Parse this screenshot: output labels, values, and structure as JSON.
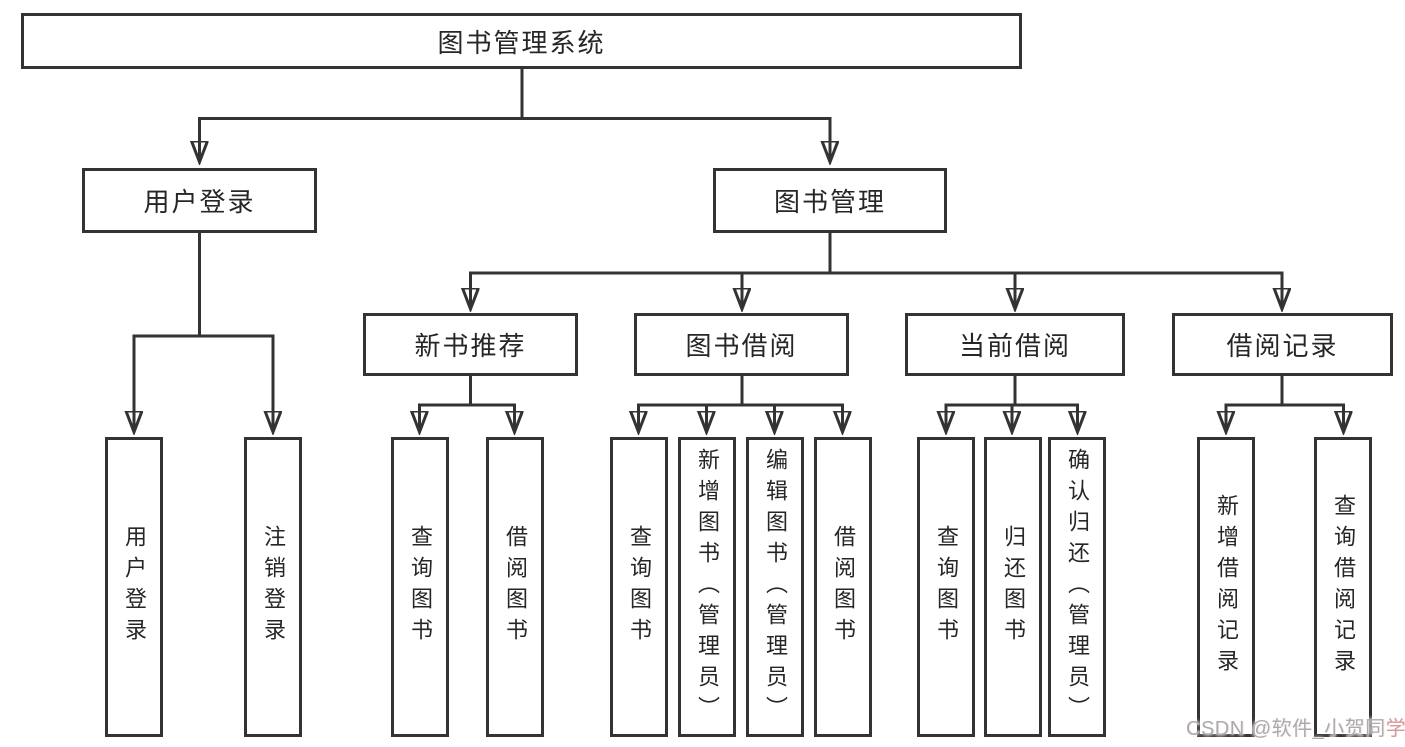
{
  "nodes": {
    "root": "图书管理系统",
    "user_login": "用户登录",
    "book_mgmt": "图书管理",
    "new_book_rec": "新书推荐",
    "book_borrow": "图书借阅",
    "current_borrow": "当前借阅",
    "borrow_record": "借阅记录",
    "leaf_user_login": "用户登录",
    "leaf_logout": "注销登录",
    "leaf_nb_query_books": "查询图书",
    "leaf_nb_borrow_books": "借阅图书",
    "leaf_bb_query_books": "查询图书",
    "leaf_bb_add_books": "新增图书（管理员）",
    "leaf_bb_edit_books": "编辑图书（管理员）",
    "leaf_bb_borrow_books": "借阅图书",
    "leaf_cb_query_books": "查询图书",
    "leaf_cb_return_books": "归还图书",
    "leaf_cb_confirm_return": "确认归还（管理员）",
    "leaf_br_add_record": "新增借阅记录",
    "leaf_br_query_record": "查询借阅记录"
  },
  "colors": {
    "line": "#333333",
    "box_border": "#333333",
    "text": "#262626",
    "watermark_gray": "#ababab",
    "watermark_pink": "#d49a9a"
  },
  "watermark": {
    "part1": "CSDN @软件_小贺同",
    "part2": "学"
  }
}
